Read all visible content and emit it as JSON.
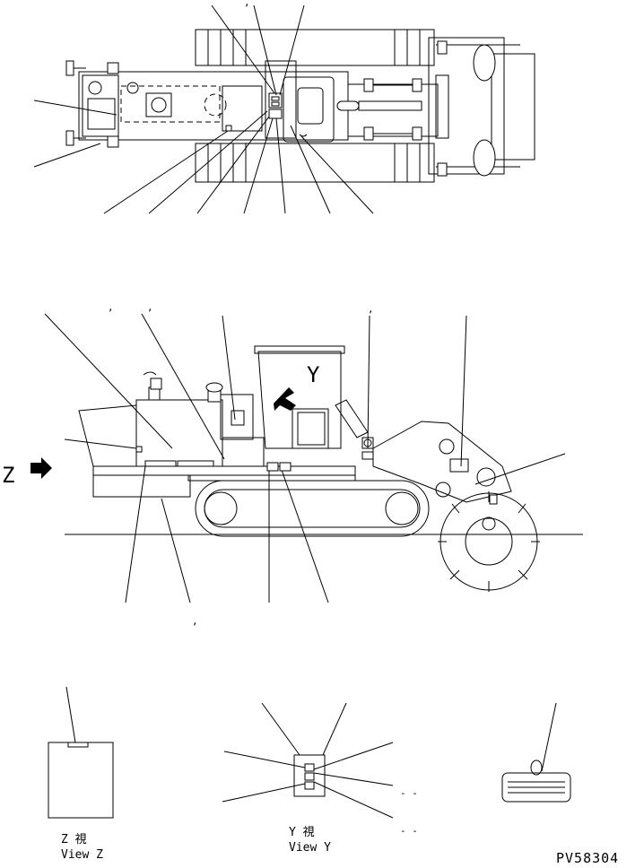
{
  "drawing": {
    "code": "PV58304",
    "side_view": {
      "view_marker": "Z",
      "cab_marker": "Y"
    },
    "detail_views": [
      {
        "id": "view-z",
        "jp": "Z  視",
        "en": "View Z"
      },
      {
        "id": "view-y",
        "jp": "Y  視",
        "en": "View Y"
      }
    ],
    "small_marks": {
      "comma": ",",
      "dash_pair": "-  -",
      "dot_pair": "-  -"
    }
  }
}
